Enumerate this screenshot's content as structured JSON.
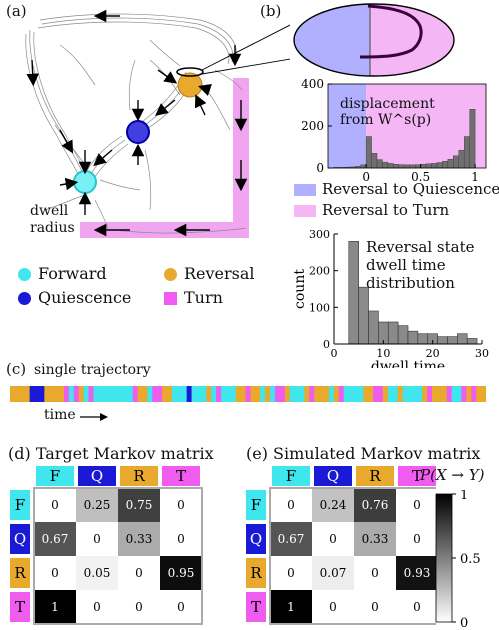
{
  "panels": {
    "a": "(a)",
    "b": "(b)",
    "c": "(c)"
  },
  "a": {
    "dwell_label_1": "dwell",
    "dwell_label_2": "radius"
  },
  "legend": {
    "forward": "Forward",
    "quiescence": "Quiescence",
    "reversal": "Reversal",
    "turn": "Turn",
    "colors": {
      "forward": "#3fe6ee",
      "quiescence": "#1a1ad6",
      "reversal": "#e8a92c",
      "turn": "#f05cf0"
    }
  },
  "b": {
    "annotation_1": "displacement",
    "annotation_2": "from W^s(p)",
    "legend_blue": "Reversal to Quiescence",
    "legend_pink": "Reversal to Turn",
    "hist2_title_1": "Reversal state",
    "hist2_title_2": "dwell time",
    "hist2_title_3": "distribution",
    "hist2_xlabel": "dwell time",
    "hist2_ylabel": "count"
  },
  "c": {
    "title": "single trajectory",
    "time_label": "time",
    "sequence": [
      "R",
      "R",
      "R",
      "R",
      "Q",
      "Q",
      "Q",
      "R",
      "R",
      "R",
      "R",
      "T",
      "F",
      "T",
      "R",
      "F",
      "T",
      "F",
      "F",
      "F",
      "F",
      "F",
      "F",
      "F",
      "F",
      "T",
      "R",
      "R",
      "F",
      "T",
      "T",
      "R",
      "R",
      "F",
      "F",
      "F",
      "Q",
      "F",
      "F",
      "F",
      "R",
      "F",
      "T",
      "F",
      "F",
      "F",
      "R",
      "R",
      "T",
      "R",
      "R",
      "F",
      "R",
      "F",
      "T",
      "T",
      "R",
      "F",
      "F",
      "F",
      "R",
      "T",
      "R",
      "R",
      "R",
      "F",
      "R",
      "T",
      "F",
      "F",
      "F",
      "F",
      "R",
      "R",
      "T",
      "T",
      "R",
      "F",
      "F",
      "R",
      "F",
      "F",
      "F",
      "F",
      "R",
      "T",
      "R",
      "R",
      "R",
      "T",
      "F",
      "F",
      "T",
      "R",
      "T",
      "R",
      "R"
    ]
  },
  "d": {
    "title": "(d) Target Markov matrix",
    "headers": [
      "F",
      "Q",
      "R",
      "T"
    ],
    "rows": [
      [
        "0",
        "0.25",
        "0.75",
        "0"
      ],
      [
        "0.67",
        "0",
        "0.33",
        "0"
      ],
      [
        "0",
        "0.05",
        "0",
        "0.95"
      ],
      [
        "1",
        "0",
        "0",
        "0"
      ]
    ],
    "values": [
      [
        0,
        0.25,
        0.75,
        0
      ],
      [
        0.67,
        0,
        0.33,
        0
      ],
      [
        0,
        0.05,
        0,
        0.95
      ],
      [
        1,
        0,
        0,
        0
      ]
    ]
  },
  "e": {
    "title": "(e) Simulated Markov matrix",
    "headers": [
      "F",
      "Q",
      "R",
      "T"
    ],
    "rows": [
      [
        "0",
        "0.24",
        "0.76",
        "0"
      ],
      [
        "0.67",
        "0",
        "0.33",
        "0"
      ],
      [
        "0",
        "0.07",
        "0",
        "0.93"
      ],
      [
        "1",
        "0",
        "0",
        "0"
      ]
    ],
    "values": [
      [
        0,
        0.24,
        0.76,
        0
      ],
      [
        0.67,
        0,
        0.33,
        0
      ],
      [
        0,
        0.07,
        0,
        0.93
      ],
      [
        1,
        0,
        0,
        0
      ]
    ]
  },
  "colorbar": {
    "label": "P(X → Y)",
    "ticks": [
      "1",
      "0.5",
      "0"
    ]
  },
  "chart_data": [
    {
      "type": "bar",
      "title": "",
      "xlabel": "",
      "ylabel": "",
      "xlim": [
        -0.35,
        1.1
      ],
      "ylim": [
        0,
        400
      ],
      "x_ticks": [
        "0",
        "0.5",
        "1"
      ],
      "y_ticks": [
        "0",
        "200",
        "400"
      ],
      "bins": [
        -0.3,
        -0.25,
        -0.2,
        -0.15,
        -0.1,
        -0.05,
        0,
        0.05,
        0.1,
        0.15,
        0.2,
        0.25,
        0.3,
        0.35,
        0.4,
        0.45,
        0.5,
        0.55,
        0.6,
        0.65,
        0.7,
        0.75,
        0.8,
        0.85,
        0.9,
        0.95
      ],
      "values": [
        3,
        3,
        4,
        5,
        8,
        15,
        150,
        70,
        40,
        28,
        22,
        18,
        16,
        15,
        15,
        16,
        18,
        20,
        22,
        26,
        32,
        42,
        58,
        85,
        150,
        280
      ]
    },
    {
      "type": "bar",
      "title": "",
      "xlabel": "dwell time",
      "ylabel": "count",
      "xlim": [
        0,
        30
      ],
      "ylim": [
        0,
        300
      ],
      "x_ticks": [
        "0",
        "10",
        "20",
        "30"
      ],
      "y_ticks": [
        "0",
        "100",
        "200",
        "300"
      ],
      "bins": [
        3,
        5,
        7,
        9,
        11,
        13,
        15,
        17,
        19,
        21,
        23,
        25,
        27
      ],
      "values": [
        280,
        155,
        90,
        60,
        60,
        50,
        35,
        28,
        28,
        20,
        20,
        28,
        15
      ]
    }
  ]
}
